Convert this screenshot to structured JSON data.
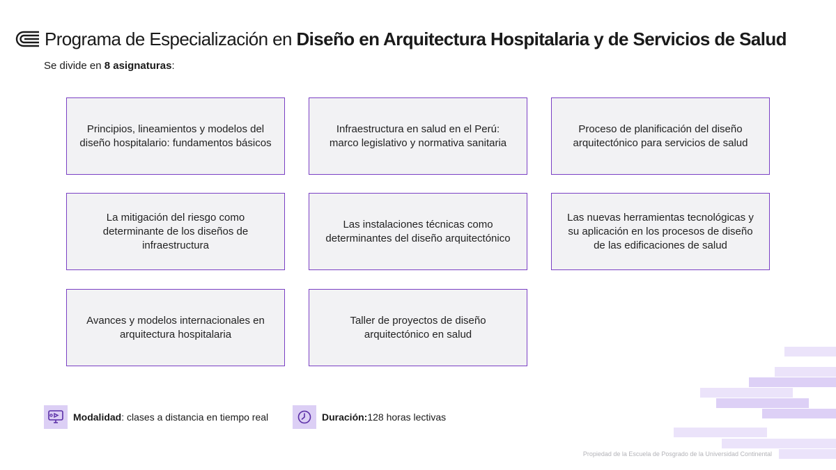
{
  "header": {
    "title_regular": "Programa de Especialización en ",
    "title_bold": "Diseño en Arquitectura Hospitalaria y de Servicios de Salud"
  },
  "subtitle": {
    "prefix": "Se divide en ",
    "bold": "8 asignaturas",
    "suffix": ":"
  },
  "courses": [
    "Principios, lineamientos y modelos del diseño hospitalario: fundamentos básicos",
    "Infraestructura en salud en el Perú: marco legislativo y normativa sanitaria",
    "Proceso de planificación del diseño arquitectónico para servicios de salud",
    "La mitigación del riesgo como determinante de los diseños de infraestructura",
    "Las instalaciones técnicas como determinantes del diseño arquitectónico",
    "Las nuevas herramientas tecnológicas y su aplicación en los procesos de diseño de las edificaciones de salud",
    "Avances y modelos internacionales en arquitectura hospitalaria",
    "Taller de proyectos de diseño arquitectónico en salud"
  ],
  "footer": {
    "modality_label": "Modalidad",
    "modality_value": ": clases a distancia en tiempo real",
    "duration_label": "Duración:",
    "duration_value": " 128 horas lectivas",
    "modality_icon": "video-class-icon",
    "duration_icon": "clock-icon"
  },
  "copyright": "Propiedad de la Escuela de Posgrado de la Universidad Continental",
  "colors": {
    "accent": "#7a3fc4",
    "card_bg": "#f2f2f4",
    "icon_bg": "#dccff5"
  }
}
